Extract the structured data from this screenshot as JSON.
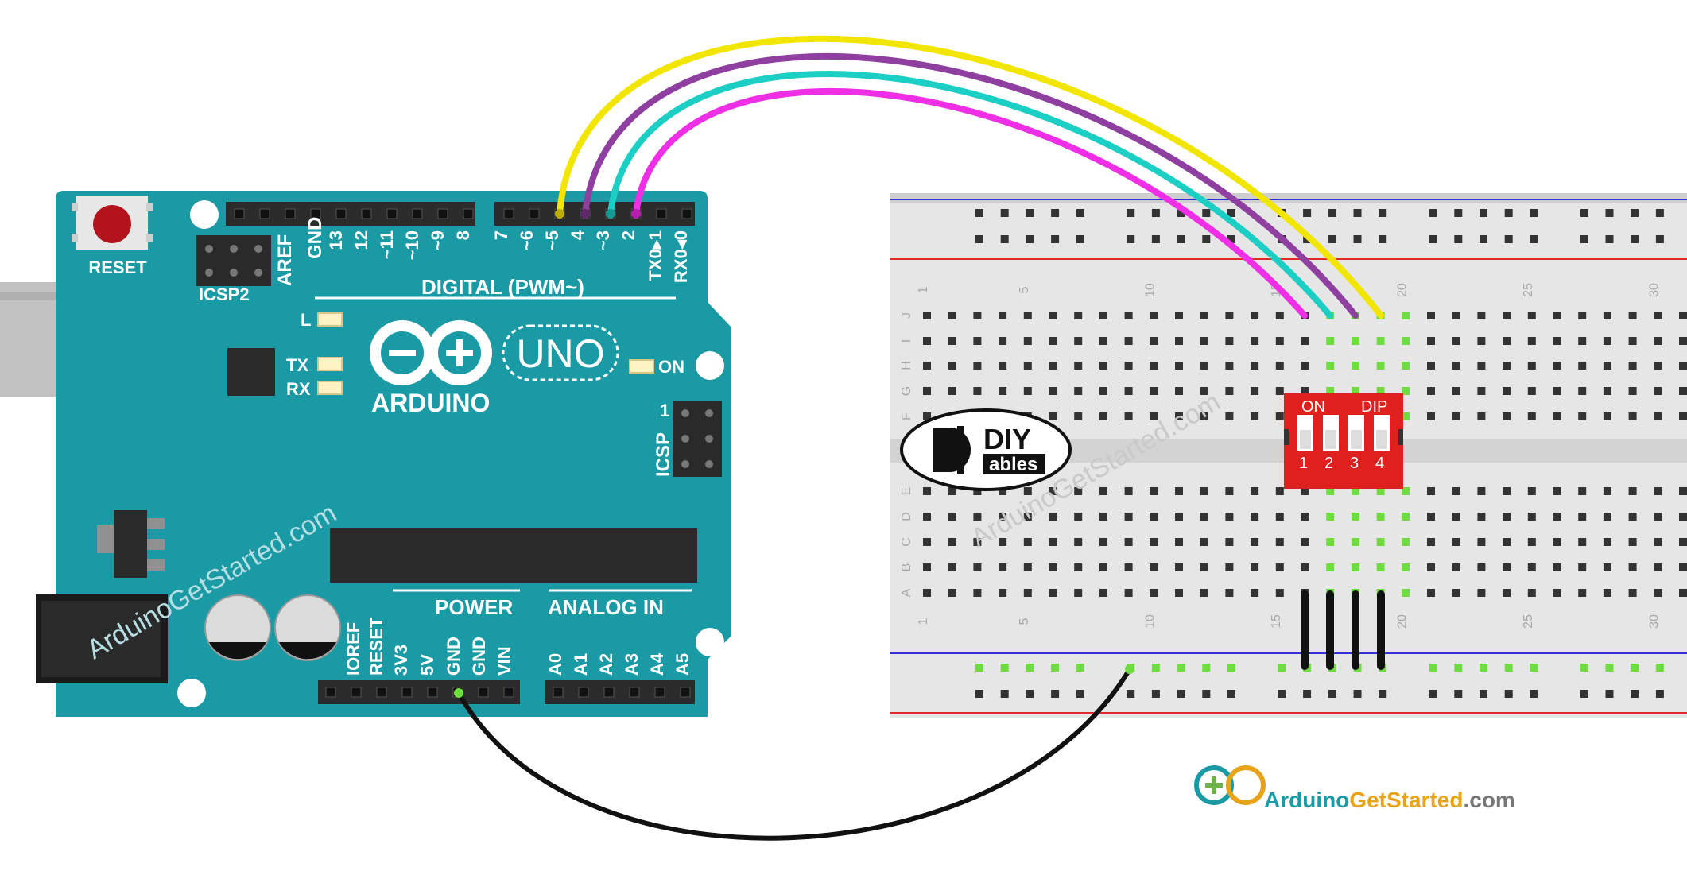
{
  "arduino": {
    "reset_label": "RESET",
    "icsp2_label": "ICSP2",
    "aref_label": "AREF",
    "gnd_label": "GND",
    "top_pins": [
      "13",
      "12",
      "~11",
      "~10",
      "~9",
      "8",
      "7",
      "~6",
      "~5",
      "4",
      "~3",
      "2",
      "TX0▸1",
      "RX0◂0"
    ],
    "digital_label": "DIGITAL (PWM~)",
    "l_label": "L",
    "tx_label": "TX",
    "rx_label": "RX",
    "on_label": "ON",
    "uno_label": "UNO",
    "brand_label": "ARDUINO",
    "icsp_label": "ICSP",
    "icsp_pin1": "1",
    "power_label": "POWER",
    "analog_label": "ANALOG IN",
    "power_pins": [
      "IOREF",
      "RESET",
      "3V3",
      "5V",
      "GND",
      "GND",
      "VIN"
    ],
    "analog_pins": [
      "A0",
      "A1",
      "A2",
      "A3",
      "A4",
      "A5"
    ],
    "watermark": "ArduinoGetStarted.com",
    "colors": {
      "board": "#1a9aa5",
      "header": "#2b2b2b",
      "reset_button": "#b3131b"
    }
  },
  "breadboard": {
    "row_letters_top": [
      "J",
      "I",
      "H",
      "G",
      "F"
    ],
    "row_letters_bottom": [
      "E",
      "D",
      "C",
      "B",
      "A"
    ],
    "column_numbers": [
      "1",
      "5",
      "10",
      "15",
      "20",
      "25",
      "30"
    ],
    "logo_text_1": "DIY",
    "logo_text_2": "ables",
    "watermark": "ArduinoGetStarted.com",
    "colors": {
      "body": "#e6e6e6",
      "rail_blue": "#2e2ee0",
      "rail_red": "#e02a2a"
    }
  },
  "dip_switch": {
    "on_label": "ON",
    "dip_label": "DIP",
    "switch_numbers": [
      "1",
      "2",
      "3",
      "4"
    ],
    "color": "#e01f1f"
  },
  "wires": [
    {
      "from": "~5",
      "color": "#f2e600"
    },
    {
      "from": "4",
      "color": "#8e3fa0"
    },
    {
      "from": "~3",
      "color": "#1ccfc5"
    },
    {
      "from": "2",
      "color": "#ef2fe6"
    },
    {
      "from": "GND",
      "color": "#111111"
    }
  ],
  "footer": {
    "logo_part_1": "Arduino",
    "logo_part_2": "GetStarted",
    "logo_part_3": ".com"
  }
}
